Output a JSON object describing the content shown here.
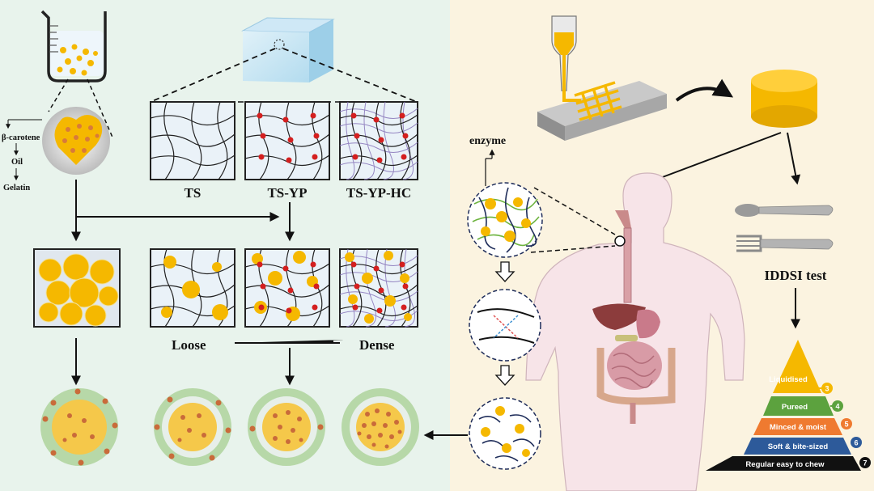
{
  "panel_colors": {
    "left_background": "#e8f3ec",
    "right_background": "#fbf3e0",
    "particle_yellow": "#f5b800",
    "crosslink_red": "#d41f1f",
    "network_purple": "#8c7bbd"
  },
  "emulsion_components": {
    "items": [
      "β-carotene",
      "Oil",
      "Gelatin"
    ]
  },
  "gel_networks": {
    "labels": [
      "TS",
      "TS-YP",
      "TS-YP-HC"
    ]
  },
  "density_axis": {
    "start_label": "Loose",
    "end_label": "Dense"
  },
  "digestion": {
    "enzyme_label": "enzyme"
  },
  "iddsi": {
    "title": "IDDSI test",
    "levels": [
      {
        "label": "Liquidised",
        "number": "3",
        "color": "#f5b800"
      },
      {
        "label": "Pureed",
        "number": "4",
        "color": "#5ca23e"
      },
      {
        "label": "Minced & moist",
        "number": "5",
        "color": "#ef7a30"
      },
      {
        "label": "Soft & bite-sized",
        "number": "6",
        "color": "#2d5a9a"
      },
      {
        "label": "Regular easy  to chew",
        "number": "7",
        "color": "#111111"
      }
    ]
  }
}
